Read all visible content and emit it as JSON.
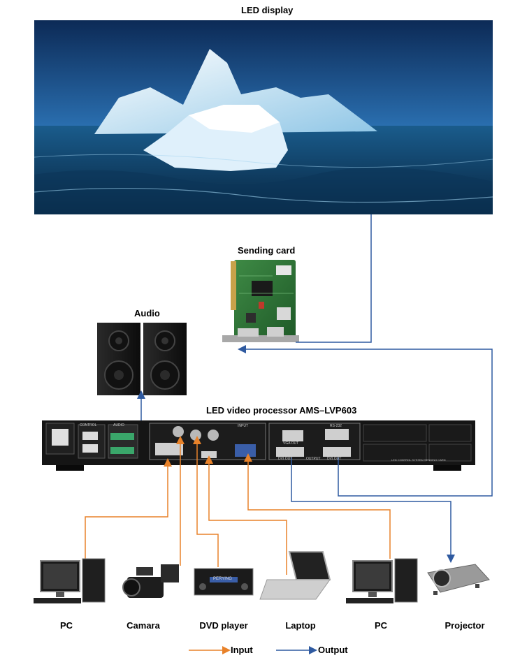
{
  "titles": {
    "led_display": "LED display",
    "sending_card": "Sending card",
    "audio": "Audio",
    "processor": "LED video processor AMS–LVP603"
  },
  "processor_panel": {
    "control": "CONTROL",
    "audio": "AUDIO",
    "input": "INPUT",
    "rs232": "RS-232",
    "vga_out": "VGA OUT",
    "dvi_out": "DVI OUT",
    "output": "OUTPUT",
    "dvi_out2": "DVI OUT",
    "brand_strip": "LED CONTROL SYSTEM SENDING CARD",
    "dvd_display": "PERYING"
  },
  "devices": [
    {
      "label": "PC"
    },
    {
      "label": "Camara"
    },
    {
      "label": "DVD player"
    },
    {
      "label": "Laptop"
    },
    {
      "label": "PC"
    },
    {
      "label": "Projector"
    }
  ],
  "legend": {
    "input": "Input",
    "output": "Output"
  },
  "colors": {
    "input": "#e8822a",
    "output": "#2f5aa0"
  }
}
